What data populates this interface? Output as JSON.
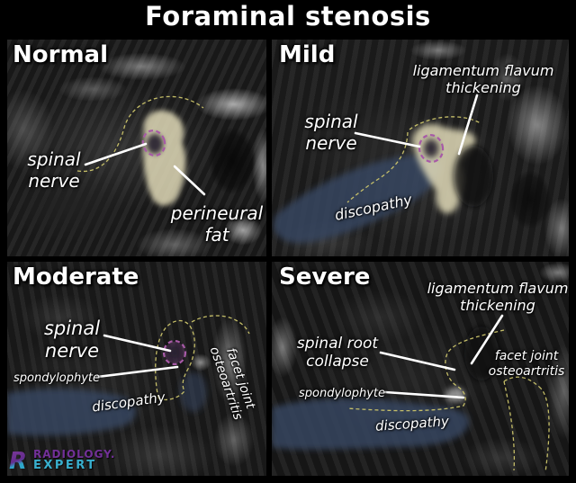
{
  "title": "Foraminal stenosis",
  "panels": {
    "normal": {
      "label": "Normal",
      "annotations": {
        "spinal_nerve": "spinal\nnerve",
        "perineural_fat": "perineural\nfat"
      }
    },
    "mild": {
      "label": "Mild",
      "annotations": {
        "ligamentum_flavum": "ligamentum flavum\nthickening",
        "spinal_nerve": "spinal\nnerve",
        "discopathy": "discopathy"
      }
    },
    "moderate": {
      "label": "Moderate",
      "annotations": {
        "spinal_nerve": "spinal\nnerve",
        "spondylophyte": "spondylophyte",
        "discopathy": "discopathy",
        "facet_joint": "facet joint\nosteoartritis"
      }
    },
    "severe": {
      "label": "Severe",
      "annotations": {
        "ligamentum_flavum": "ligamentum flavum\nthickening",
        "spinal_root_collapse": "spinal root\ncollapse",
        "spondylophyte": "spondylophyte",
        "discopathy": "discopathy",
        "facet_joint": "facet joint\nosteoartritis"
      }
    }
  },
  "overlay_colors": {
    "dashed_outline_yellow": "#cdc66b",
    "nerve_circle_purple": "#a75aa7",
    "perineural_fat_cream": "#e7dfbc",
    "disc_overlay_navy": "#37445f",
    "annotation_white": "#ffffff"
  },
  "logo": {
    "brand_line1": "RADIOLOGY.",
    "brand_line2": "EXPERT",
    "icon": "radiology-expert-r-monogram",
    "color_line1": "#7c33a6",
    "color_line2": "#3cc0e2"
  }
}
